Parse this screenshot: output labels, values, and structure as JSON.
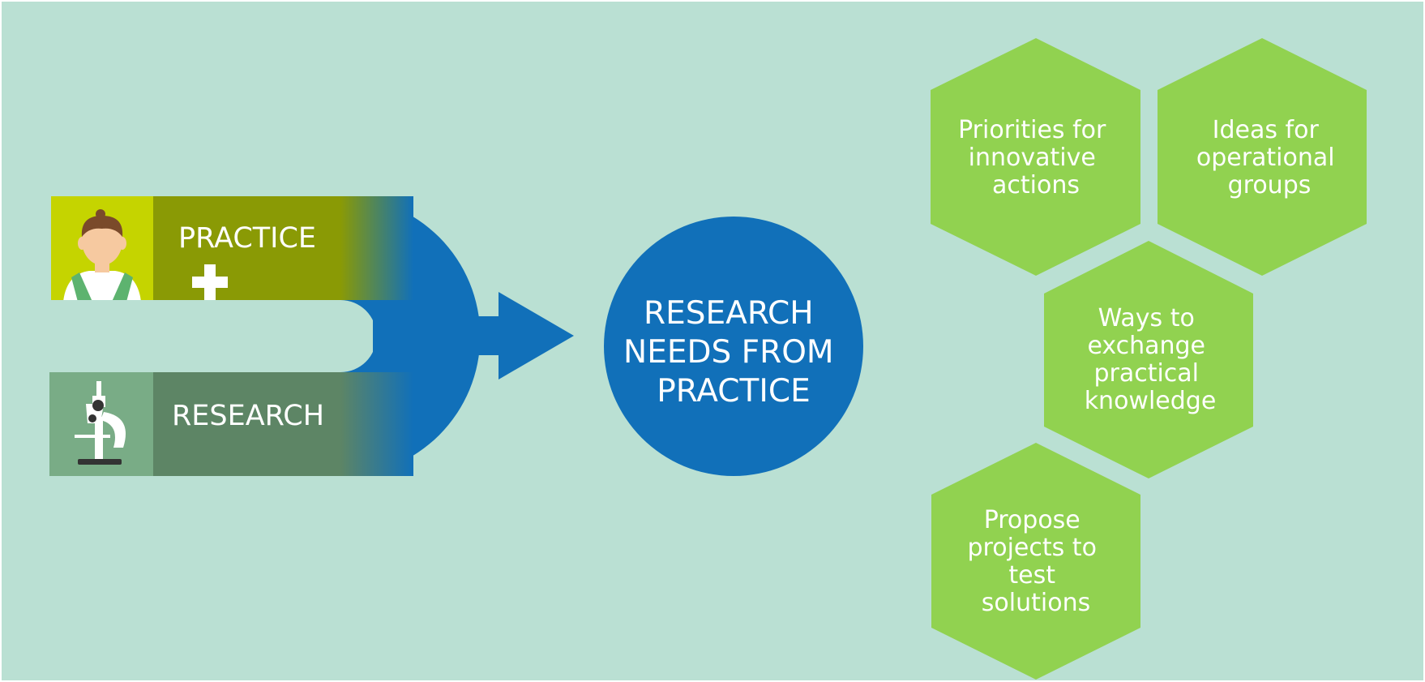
{
  "diagram": {
    "inputs": [
      {
        "id": "practice",
        "label": "PRACTICE",
        "plus_sign": "+"
      },
      {
        "id": "research",
        "label": "RESEARCH"
      }
    ],
    "center": {
      "lines": [
        "RESEARCH",
        "NEEDS FROM",
        "PRACTICE"
      ]
    },
    "outcomes": [
      {
        "id": "priorities",
        "lines": [
          "Priorities for",
          "innovative",
          "actions"
        ]
      },
      {
        "id": "ideas",
        "lines": [
          "Ideas for",
          "operational",
          "groups"
        ]
      },
      {
        "id": "ways",
        "lines": [
          "Ways to",
          "exchange",
          "practical",
          "knowledge"
        ]
      },
      {
        "id": "propose",
        "lines": [
          "Propose",
          "projects to",
          "test",
          "solutions"
        ]
      }
    ]
  },
  "colors": {
    "background": "#bae0d3",
    "practice_icon_bg": "#c5d400",
    "practice_band": "#8a9a05",
    "research_icon_bg": "#79ac86",
    "research_band": "#5d8565",
    "blue": "#1170b9",
    "hexagon": "#91d250",
    "white": "#ffffff"
  },
  "icons": {
    "practice": "farmer-person-icon",
    "research": "microscope-icon",
    "plus": "plus-icon"
  }
}
